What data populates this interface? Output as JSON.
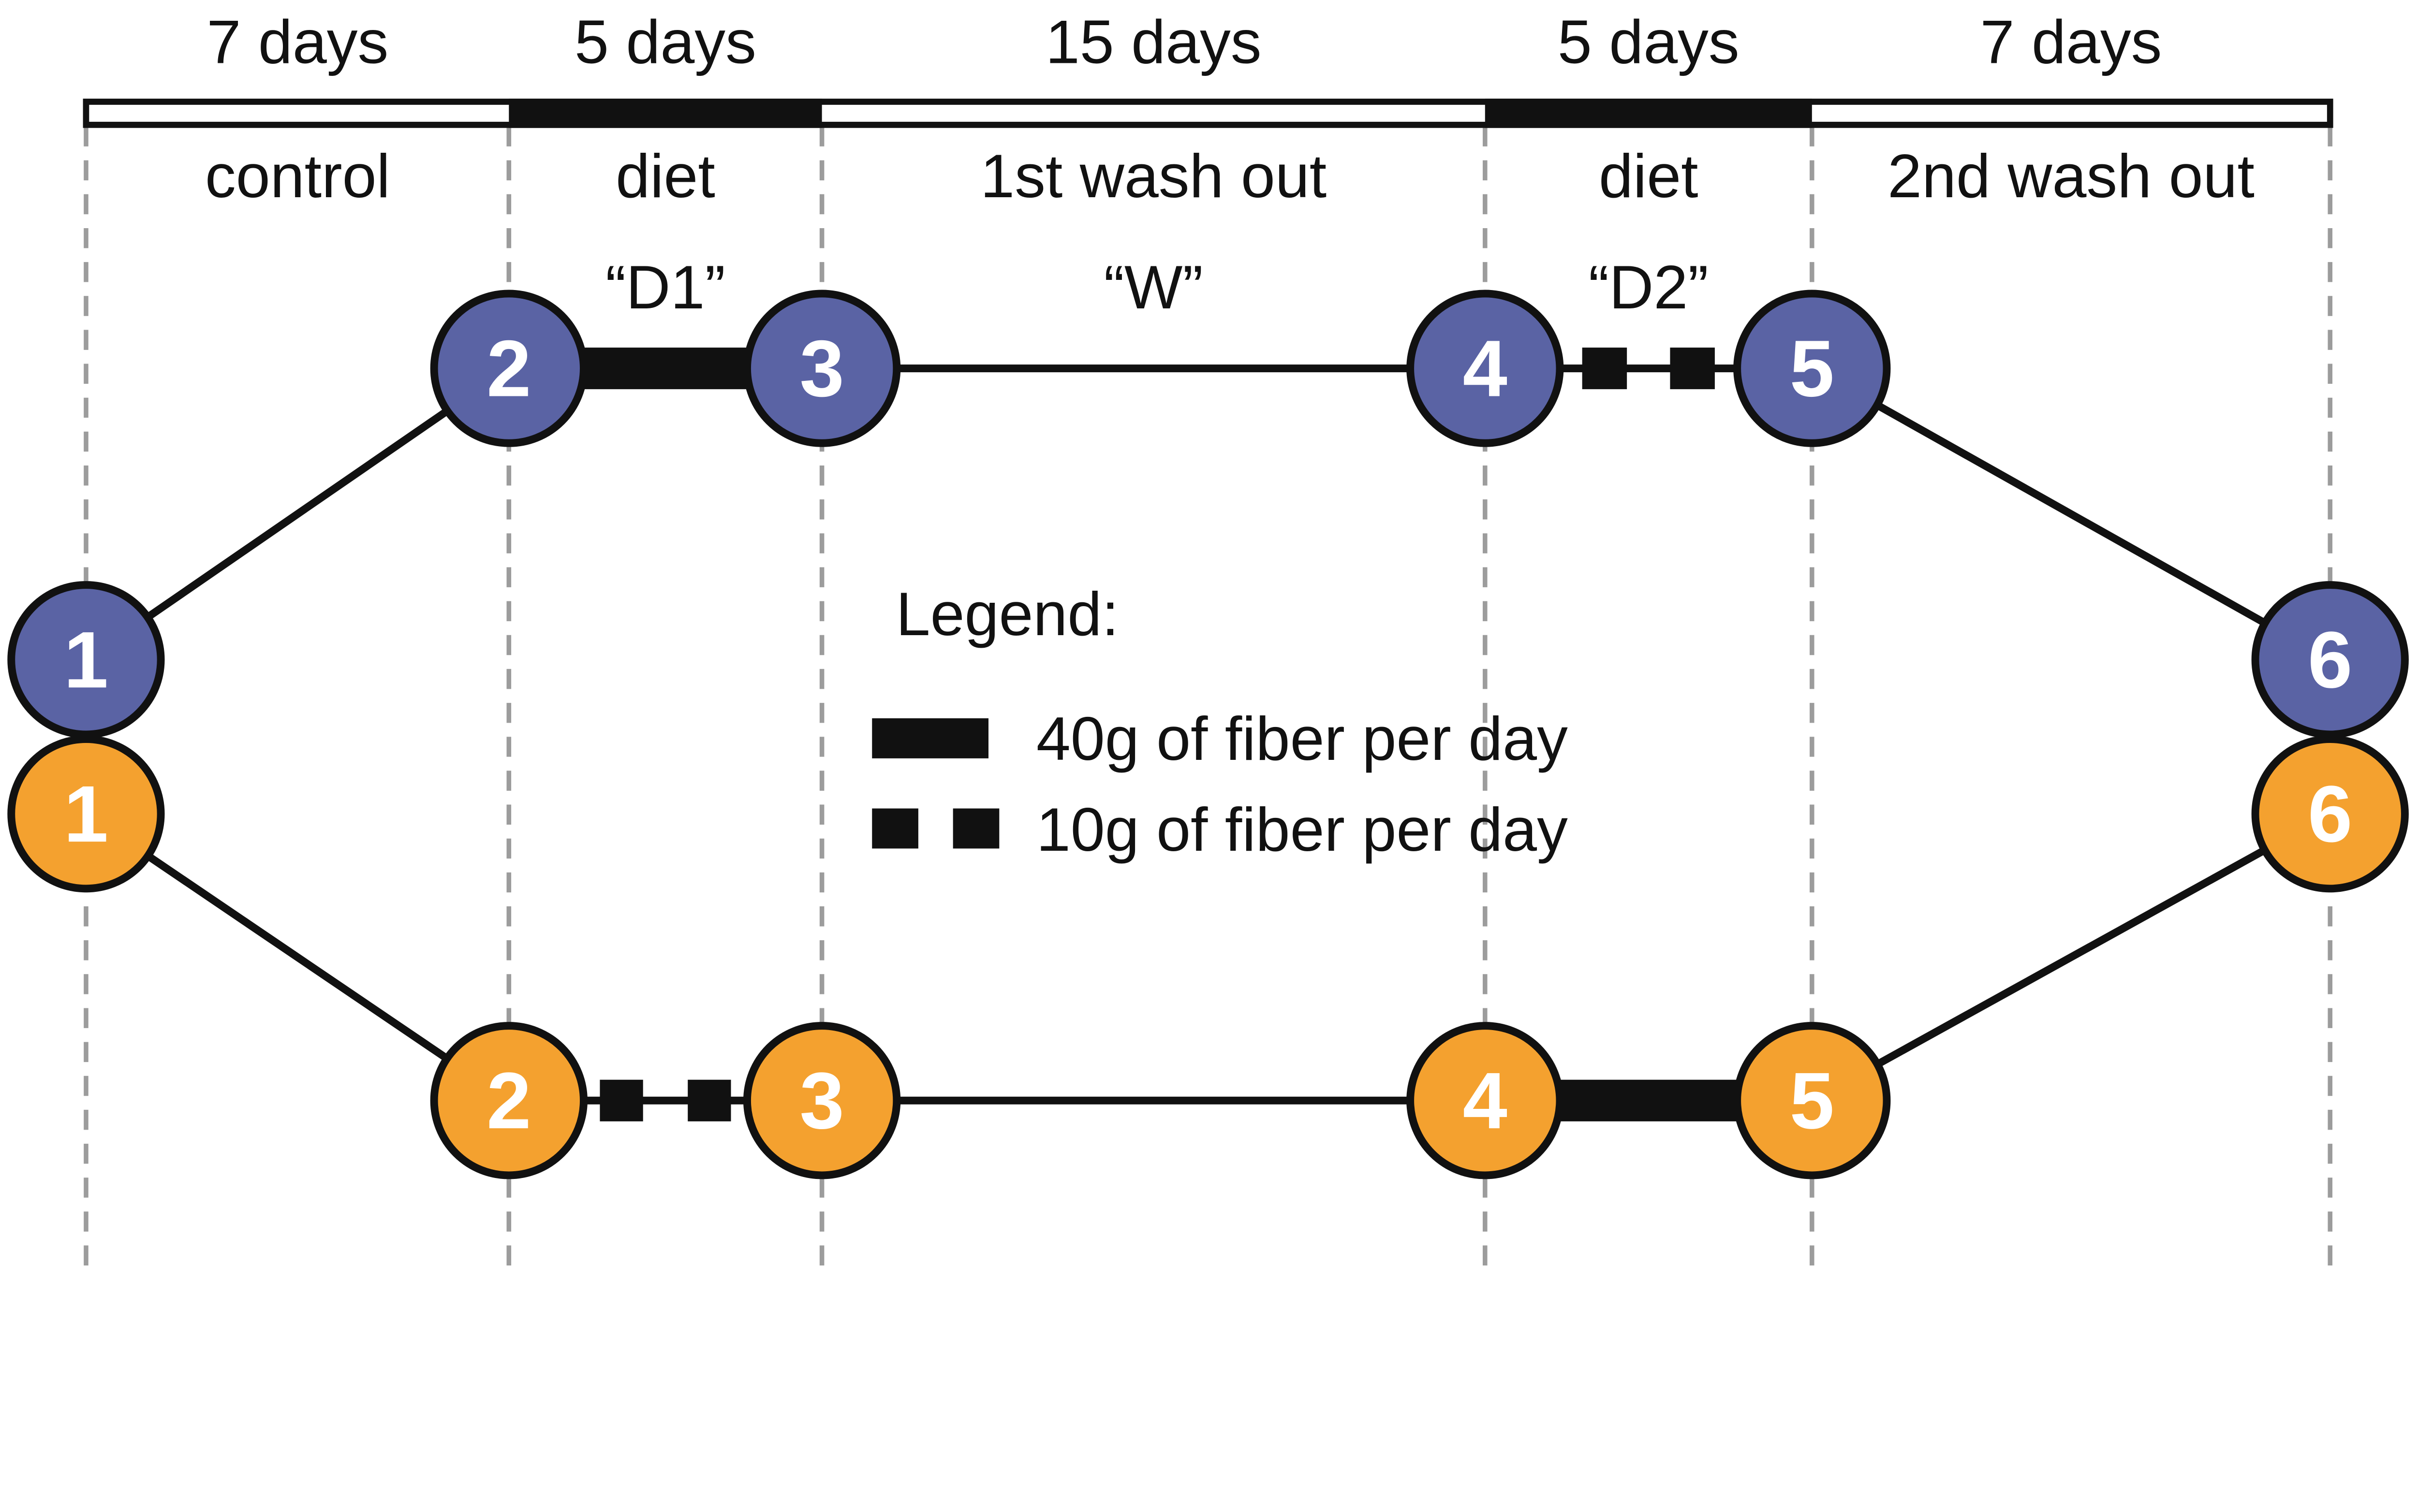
{
  "figure": {
    "type": "crossover-study-design-diagram",
    "colors": {
      "arm_blue": "#5a63a4",
      "arm_orange": "#f4a12f",
      "ink": "#111111",
      "gridline_gray": "#9c9c9c",
      "background": "#ffffff"
    }
  },
  "timeline": {
    "phases": [
      {
        "duration": "7 days",
        "label": "control",
        "code": "",
        "bar_segment": "white"
      },
      {
        "duration": "5 days",
        "label": "diet",
        "code": "“D1”",
        "bar_segment": "black"
      },
      {
        "duration": "15 days",
        "label": "1st wash out",
        "code": "“W”",
        "bar_segment": "white"
      },
      {
        "duration": "5 days",
        "label": "diet",
        "code": "“D2”",
        "bar_segment": "black"
      },
      {
        "duration": "7 days",
        "label": "2nd wash out",
        "code": "",
        "bar_segment": "white"
      }
    ]
  },
  "arm_blue": {
    "color": "#5a63a4",
    "nodes": [
      "1",
      "2",
      "3",
      "4",
      "5",
      "6"
    ],
    "connector_2_3": "40g thick bar",
    "connector_4_5": "10g two squares"
  },
  "arm_orange": {
    "color": "#f4a12f",
    "nodes": [
      "1",
      "2",
      "3",
      "4",
      "5",
      "6"
    ],
    "connector_2_3": "10g two squares",
    "connector_4_5": "40g thick bar"
  },
  "legend": {
    "title": "Legend:",
    "items": [
      {
        "swatch": "thick-bar",
        "label": "40g of fiber per day"
      },
      {
        "swatch": "two-squares",
        "label": "10g of fiber per day"
      }
    ]
  }
}
